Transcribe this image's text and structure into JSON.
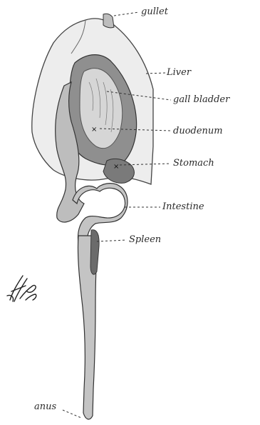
{
  "labels": {
    "gullet": "gullet",
    "liver": "Liver",
    "gall_bladder": "gall bladder",
    "duodenum": "duodenum",
    "stomach": "Stomach",
    "intestine": "Intestine",
    "spleen": "Spleen",
    "anus": "anus"
  },
  "signature_text": "HKB"
}
